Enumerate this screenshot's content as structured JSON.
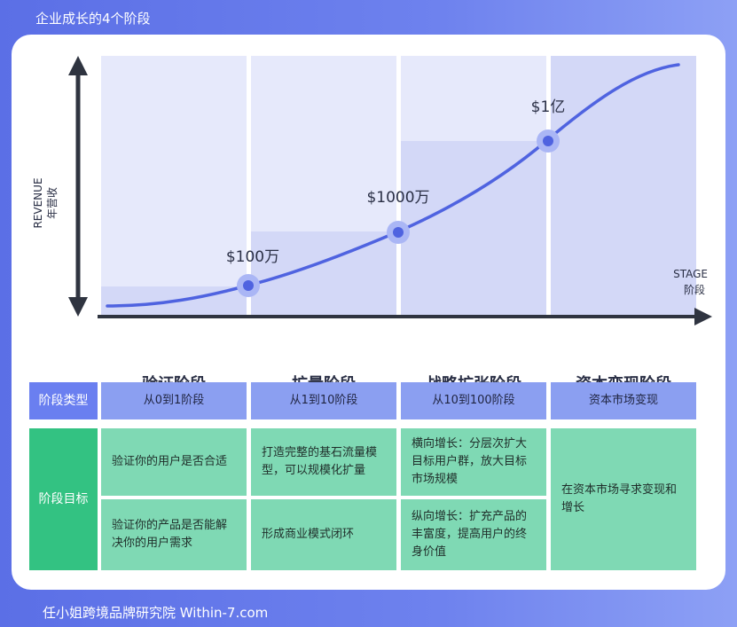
{
  "header": {
    "title": "企业成长的4个阶段"
  },
  "footer": {
    "text": "任小姐跨境品牌研究院   Within-7.com"
  },
  "chart_data": {
    "type": "line",
    "title": "",
    "ylabel": [
      "REVENUE",
      "年营收"
    ],
    "xlabel": [
      "STAGE",
      "阶段"
    ],
    "categories": [
      "验证阶段",
      "扩量阶段",
      "战略扩张阶段",
      "资本变现阶段"
    ],
    "milestones": [
      {
        "label": "$100万",
        "stage_boundary": 1
      },
      {
        "label": "$1000万",
        "stage_boundary": 2
      },
      {
        "label": "$1亿",
        "stage_boundary": 3
      }
    ],
    "curve_color": "#4f63e0",
    "band_color": "#e6e9fb",
    "band_fill_color": "#d3d8f7"
  },
  "table": {
    "type_row": {
      "header": "阶段类型",
      "cells": [
        "从0到1阶段",
        "从1到10阶段",
        "从10到100阶段",
        "资本市场变现"
      ]
    },
    "goal_row": {
      "header": "阶段目标",
      "stage1": [
        "验证你的用户是否合适",
        "验证你的产品是否能解决你的用户需求"
      ],
      "stage2": [
        "打造完整的基石流量模型，可以规模化扩量",
        "形成商业模式闭环"
      ],
      "stage3": [
        "横向增长：分层次扩大目标用户群，放大目标市场规模",
        "纵向增长：扩充产品的丰富度，提高用户的终身价值"
      ],
      "stage4": [
        "在资本市场寻求变现和增长"
      ]
    }
  }
}
